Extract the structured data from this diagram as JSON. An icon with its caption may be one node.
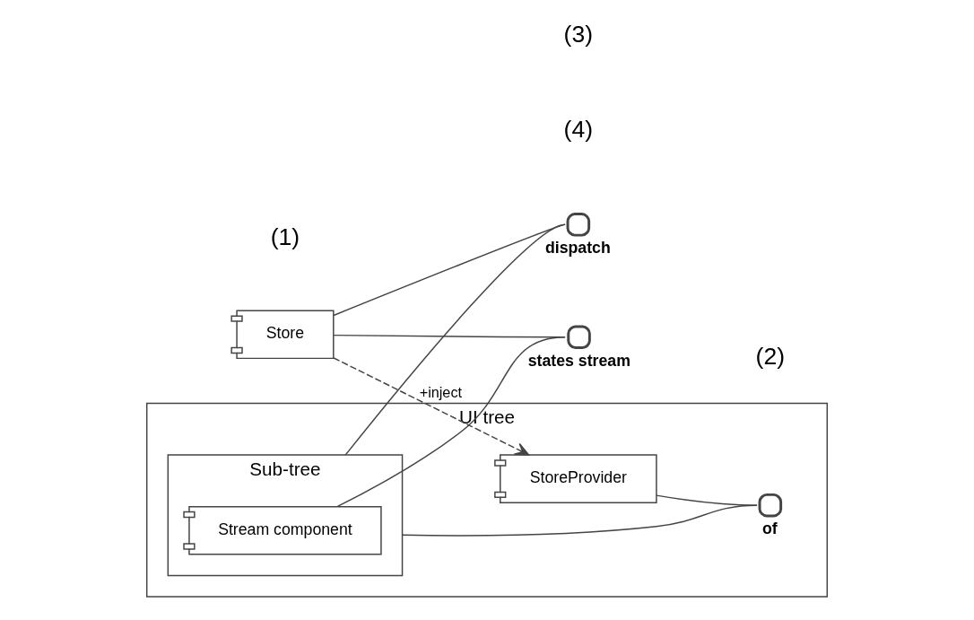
{
  "diagram": {
    "nodes": [
      {
        "text": [
          "Store"
        ]
      },
      {
        "text": [
          "UI tree"
        ]
      },
      {
        "text": [
          "StoreProvider"
        ],
        "in": 1
      },
      {
        "text": [
          "of"
        ],
        "in": 1
      },
      {
        "text": [
          "Sub-tree"
        ],
        "in": 1
      },
      {
        "text": [
          "Stream component"
        ],
        "in": 4
      },
      {
        "text": [
          "dispatch"
        ]
      },
      {
        "text": [
          "states stream"
        ]
      }
    ],
    "edges": [
      {
        "from": 0,
        "to": 2,
        "arrow": "to",
        "label": "+inject",
        "style": "dashed"
      },
      {
        "from": 2,
        "to": 3,
        "arrow": "none"
      },
      {
        "from": 4,
        "to": 3,
        "arrow": "none"
      },
      {
        "from": 0,
        "to": 6,
        "arrow": "none"
      },
      {
        "from": 4,
        "to": 6,
        "arrow": "none"
      },
      {
        "from": 0,
        "to": 7,
        "arrow": "none"
      },
      {
        "from": 5,
        "to": 7,
        "arrow": "none"
      }
    ],
    "labels": [
      "(1)",
      "(2)",
      "(4)",
      "(3)"
    ]
  }
}
